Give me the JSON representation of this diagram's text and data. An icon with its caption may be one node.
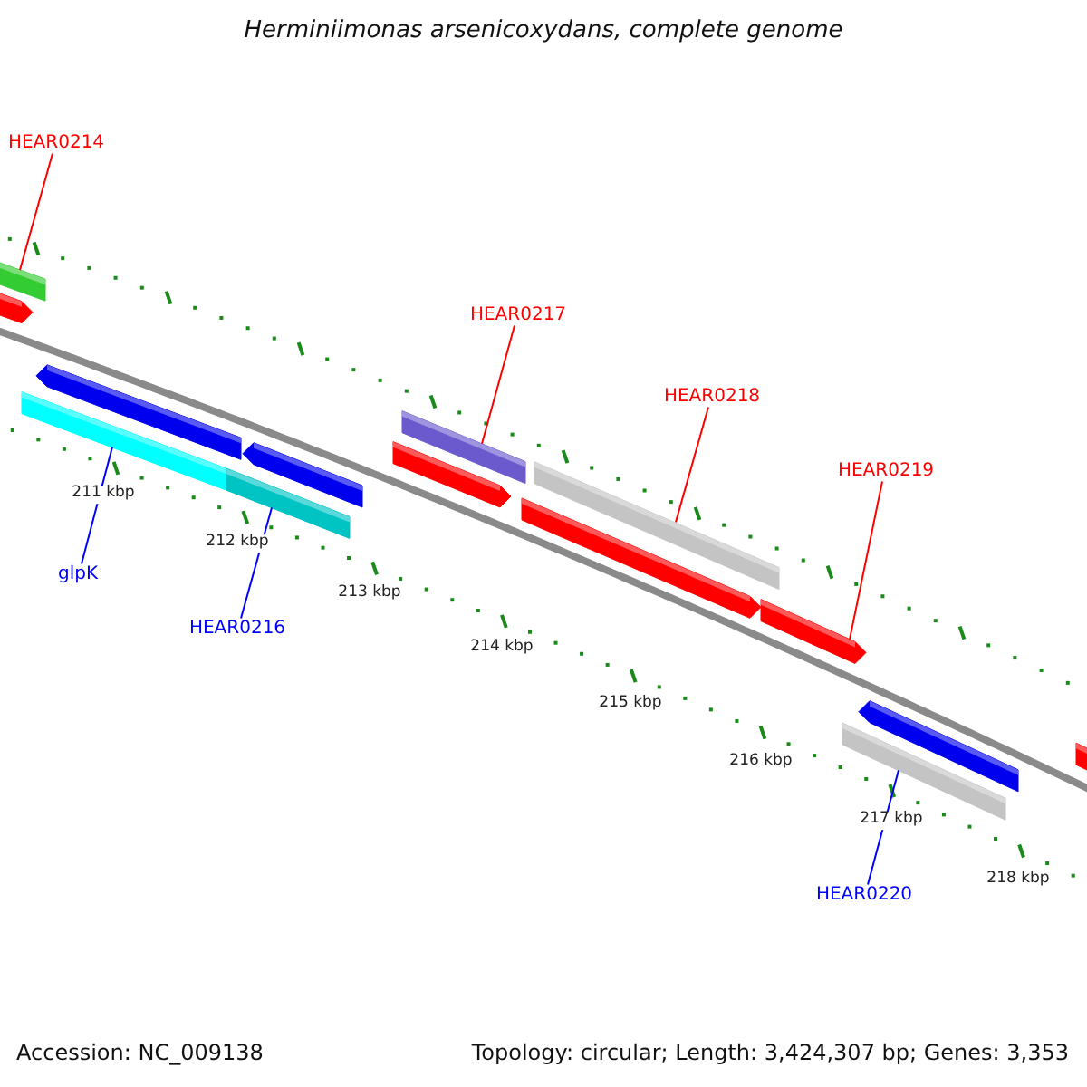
{
  "diagram": {
    "title": "Herminiimonas arsenicoxydans, complete genome",
    "nodes": [
      {
        "text": [
          "HEAR0214"
        ]
      },
      {
        "text": [],
        "shape": "bar"
      },
      {
        "text": [
          "HEAR0217"
        ]
      },
      {
        "text": [],
        "shape": "bar"
      },
      {
        "text": [
          "HEAR0218"
        ]
      },
      {
        "text": [],
        "shape": "bar"
      },
      {
        "text": [
          "HEAR0219"
        ]
      },
      {
        "text": [],
        "shape": "arrow"
      },
      {
        "text": [
          "glpK"
        ]
      },
      {
        "text": [],
        "shape": "bar"
      },
      {
        "text": [
          "HEAR0216"
        ]
      },
      {
        "text": [],
        "shape": "bar"
      },
      {
        "text": [
          "HEAR0220"
        ]
      },
      {
        "text": [],
        "shape": "bar"
      }
    ],
    "edges": [
      {
        "from": 0,
        "to": 1,
        "arrow": "none"
      },
      {
        "from": 2,
        "to": 3,
        "arrow": "none"
      },
      {
        "from": 4,
        "to": 5,
        "arrow": "none"
      },
      {
        "from": 6,
        "to": 7,
        "arrow": "none"
      },
      {
        "from": 8,
        "to": 9,
        "arrow": "none",
        "color": "#0000ff"
      },
      {
        "from": 10,
        "to": 11,
        "arrow": "none",
        "color": "#0000ff"
      },
      {
        "from": 12,
        "to": 13,
        "arrow": "none",
        "color": "#0000ff"
      }
    ],
    "labels": [
      "211 kbp",
      "212 kbp",
      "213 kbp",
      "214 kbp",
      "215 kbp",
      "216 kbp",
      "217 kbp",
      "218 kbp",
      "Accession: NC_009138",
      "Topology: circular; Length: 3,424,307 bp; Genes: 3,353"
    ]
  }
}
